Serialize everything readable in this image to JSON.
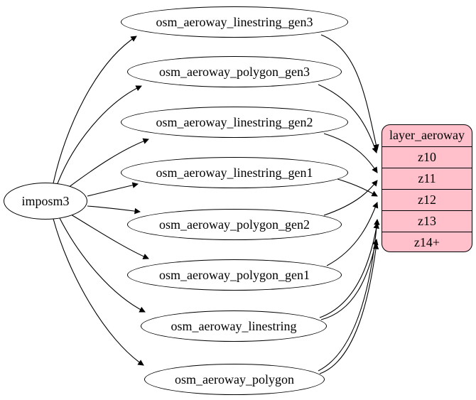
{
  "diagram": {
    "source_node": {
      "label": "imposm3"
    },
    "tables": [
      {
        "label": "osm_aeroway_linestring_gen3"
      },
      {
        "label": "osm_aeroway_polygon_gen3"
      },
      {
        "label": "osm_aeroway_linestring_gen2"
      },
      {
        "label": "osm_aeroway_linestring_gen1"
      },
      {
        "label": "osm_aeroway_polygon_gen2"
      },
      {
        "label": "osm_aeroway_polygon_gen1"
      },
      {
        "label": "osm_aeroway_linestring"
      },
      {
        "label": "osm_aeroway_polygon"
      }
    ],
    "layer": {
      "title": "layer_aeroway",
      "zoom_rows": [
        "z10",
        "z11",
        "z12",
        "z13",
        "z14+"
      ],
      "fill_color": "#ffc0cb",
      "border_color": "#000000"
    },
    "edges": [
      {
        "from": "imposm3",
        "to": "osm_aeroway_linestring_gen3"
      },
      {
        "from": "imposm3",
        "to": "osm_aeroway_polygon_gen3"
      },
      {
        "from": "imposm3",
        "to": "osm_aeroway_linestring_gen2"
      },
      {
        "from": "imposm3",
        "to": "osm_aeroway_linestring_gen1"
      },
      {
        "from": "imposm3",
        "to": "osm_aeroway_polygon_gen2"
      },
      {
        "from": "imposm3",
        "to": "osm_aeroway_polygon_gen1"
      },
      {
        "from": "imposm3",
        "to": "osm_aeroway_linestring"
      },
      {
        "from": "imposm3",
        "to": "osm_aeroway_polygon"
      },
      {
        "from": "osm_aeroway_linestring_gen3",
        "to": "z10"
      },
      {
        "from": "osm_aeroway_polygon_gen3",
        "to": "z10"
      },
      {
        "from": "osm_aeroway_linestring_gen2",
        "to": "z11"
      },
      {
        "from": "osm_aeroway_polygon_gen2",
        "to": "z11"
      },
      {
        "from": "osm_aeroway_linestring_gen1",
        "to": "z12"
      },
      {
        "from": "osm_aeroway_polygon_gen1",
        "to": "z12"
      },
      {
        "from": "osm_aeroway_linestring",
        "to": "z13"
      },
      {
        "from": "osm_aeroway_linestring",
        "to": "z14+"
      },
      {
        "from": "osm_aeroway_polygon",
        "to": "z13"
      },
      {
        "from": "osm_aeroway_polygon",
        "to": "z14+"
      }
    ]
  }
}
